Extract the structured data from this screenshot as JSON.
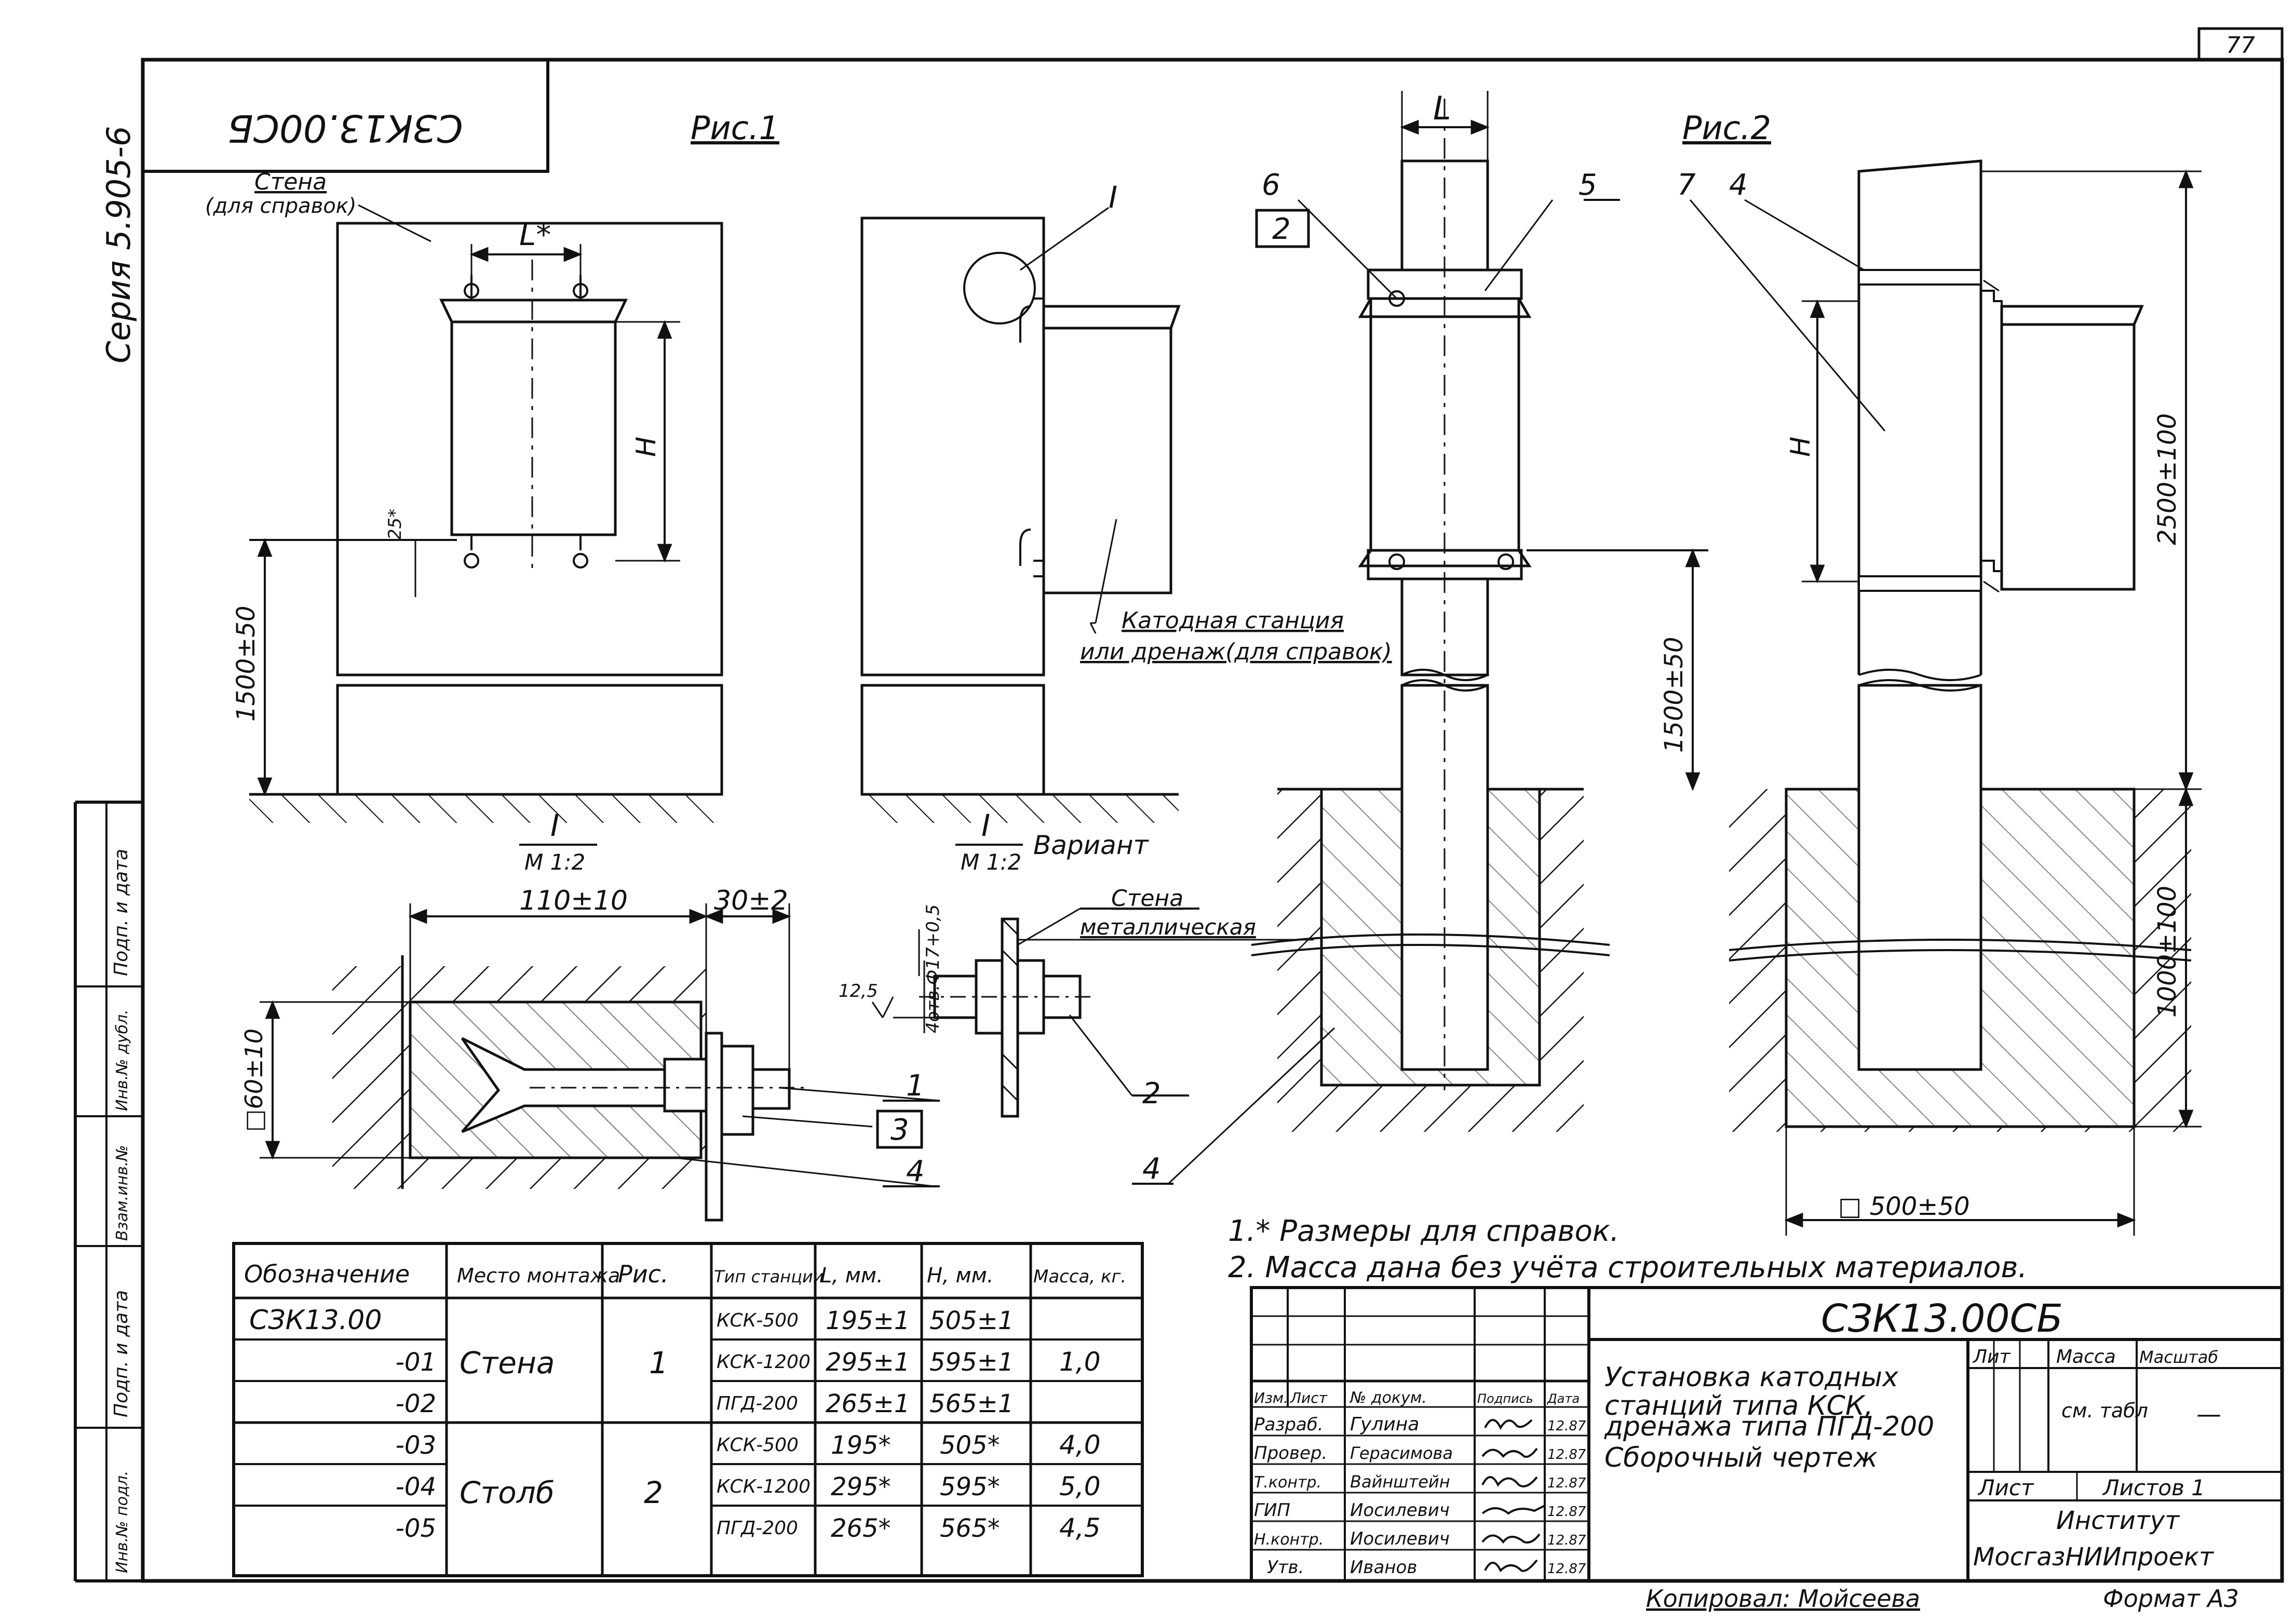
{
  "page_number": "77",
  "drawing_code": "СЗК13.00СБ",
  "series": "Серия 5.905-6",
  "fig1_title": "Рис.1",
  "fig2_title": "Рис.2",
  "labels": {
    "wall_ref_1": "Стена",
    "wall_ref_2": "(для справок)",
    "cathode_1": "Катодная станция",
    "cathode_2": "или дренаж(для справок)",
    "detail_I": "I",
    "detail_I_label": "I",
    "scale_1": "М 1:2",
    "variant": "Вариант",
    "wall_metal_1": "Стена",
    "wall_metal_2": "металлическая",
    "callout_6": "6",
    "callout_2_box": "2",
    "callout_5": "5",
    "callout_7": "7",
    "callout_4_top": "4",
    "callout_1": "1",
    "callout_3_box": "3",
    "callout_4_a": "4",
    "callout_2_b": "2",
    "callout_4_b": "4"
  },
  "dims": {
    "L_star": "L*",
    "H_fig1": "H",
    "d25": "25*",
    "d1500_fig1": "1500±50",
    "d110": "110±10",
    "d30": "30±2",
    "d60": "□60±10",
    "d12_5": "12,5",
    "d4holes": "4отв.Ф17+0,5",
    "L_fig2": "L",
    "H_fig2": "H",
    "d1500_fig2": "1500±50",
    "d2500": "2500±100",
    "d1000": "1000±100",
    "d500": "□ 500±50"
  },
  "notes": [
    "1.* Размеры для справок.",
    "2. Масса дана без учёта строительных материалов."
  ],
  "spec_table": {
    "headers": [
      "Обозначение",
      "Место монтажа",
      "Рис.",
      "Тип станции",
      "L, мм.",
      "H, мм.",
      "Масса, кг."
    ],
    "rows": [
      [
        "СЗК13.00",
        "",
        "",
        "КСК-500",
        "195±1",
        "505±1",
        ""
      ],
      [
        "-01",
        "Стена",
        "1",
        "КСК-1200",
        "295±1",
        "595±1",
        "1,0"
      ],
      [
        "-02",
        "",
        "",
        "ПГД-200",
        "265±1",
        "565±1",
        ""
      ],
      [
        "-03",
        "",
        "",
        "КСК-500",
        "195*",
        "505*",
        "4,0"
      ],
      [
        "-04",
        "Столб",
        "2",
        "КСК-1200",
        "295*",
        "595*",
        "5,0"
      ],
      [
        "-05",
        "",
        "",
        "ПГД-200",
        "265*",
        "565*",
        "4,5"
      ]
    ]
  },
  "title_block": {
    "code": "СЗК13.00СБ",
    "name": [
      "Установка катодных",
      "станций типа КСК,",
      "дренажа типа ПГД-200"
    ],
    "doc_type": "Сборочный чертеж",
    "col_headers": [
      "Изм.",
      "Лист",
      "№ докум.",
      "Подпись",
      "Дата"
    ],
    "people": [
      [
        "Разраб.",
        "Гулина",
        "",
        "12.87"
      ],
      [
        "Провер.",
        "Герасимова",
        "",
        "12.87"
      ],
      [
        "Т.контр.",
        "Вайнштейн",
        "",
        "12.87"
      ],
      [
        "ГИП",
        "Иосилевич",
        "",
        "12.87"
      ],
      [
        "Н.контр.",
        "Иосилевич",
        "",
        "12.87"
      ],
      [
        "Утв.",
        "Иванов",
        "",
        "12.87"
      ]
    ],
    "lit": "Лит",
    "mass": "Масса",
    "scale": "Масштаб",
    "mass_value": "см. табл",
    "scale_value": "—",
    "sheet": "Лист",
    "sheets": "Листов 1",
    "institute_1": "Институт",
    "institute_2": "МосгазНИИпроект"
  },
  "side_stamp": [
    "Подп. и дата",
    "Инв.№ дубл.",
    "Взам.инв.№",
    "Подп. и дата",
    "Инв.№ подл."
  ],
  "footer_copied": "Копировал: Мойсеева",
  "footer_format": "Формат А3"
}
